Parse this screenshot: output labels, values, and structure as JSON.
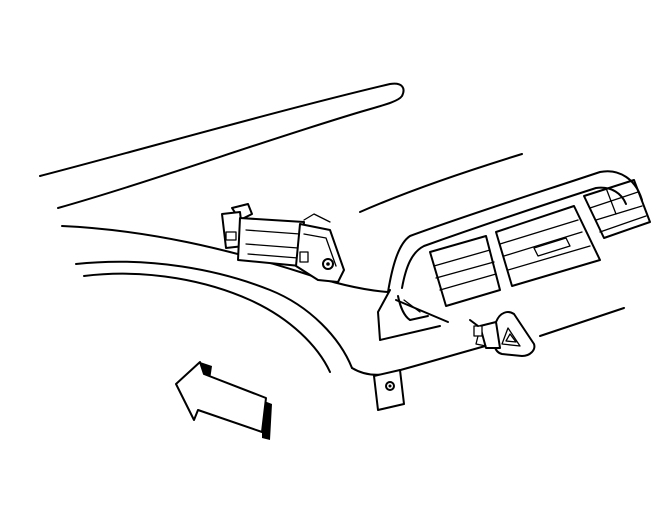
{
  "illustration": {
    "kind": "line-drawing",
    "background": "#ffffff",
    "ink": "#000000",
    "parts": [
      "instrument-panel-top-pad",
      "instrument-panel-upper-trim",
      "defroster-switch-connector",
      "center-air-outlet",
      "hazard-warning-switch",
      "mounting-bracket",
      "direction-arrow"
    ]
  }
}
